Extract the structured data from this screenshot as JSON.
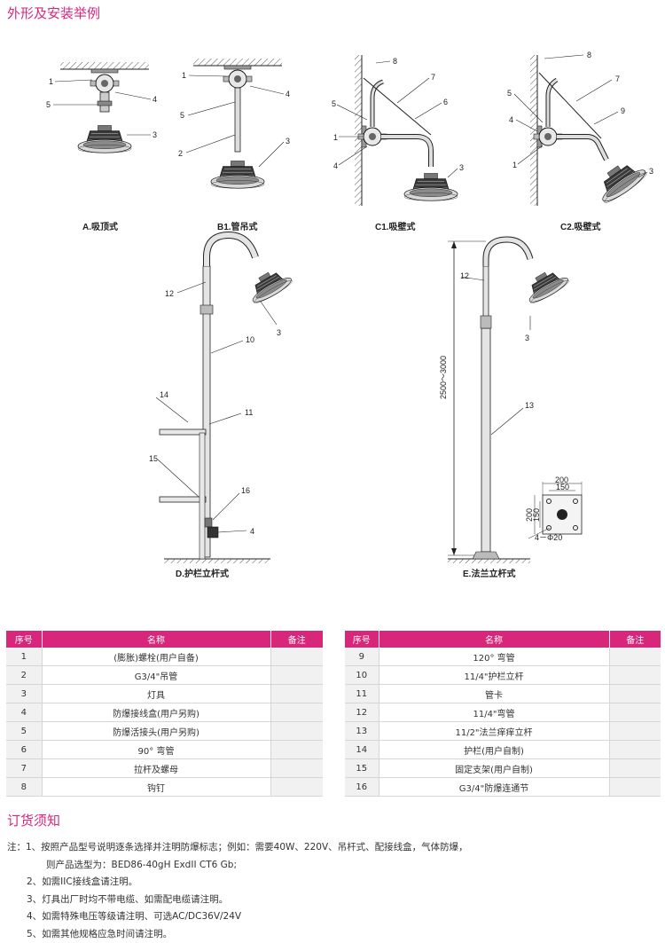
{
  "headings": {
    "section1": "外形及安装举例",
    "section2": "订货须知"
  },
  "figures": {
    "A": "A.吸顶式",
    "B1": "B1.管吊式",
    "C1": "C1.吸壁式",
    "C2": "C2.吸壁式",
    "D": "D.护栏立杆式",
    "E": "E.法兰立杆式"
  },
  "dimensions": {
    "height_range": "2500～3000",
    "flange_outer": "200",
    "flange_inner": "150",
    "flange_side_outer": "200",
    "flange_side_inner": "150",
    "holes": "4－Φ20"
  },
  "parts_table": {
    "headers": [
      "序号",
      "名称",
      "备注"
    ],
    "left_rows": [
      {
        "no": "1",
        "name": "(膨胀)螺栓(用户自备)"
      },
      {
        "no": "2",
        "name": "G3/4\"吊管"
      },
      {
        "no": "3",
        "name": "灯具"
      },
      {
        "no": "4",
        "name": "防爆接线盒(用户另购)"
      },
      {
        "no": "5",
        "name": "防爆活接头(用户另购)"
      },
      {
        "no": "6",
        "name": "90° 弯管"
      },
      {
        "no": "7",
        "name": "拉杆及螺母"
      },
      {
        "no": "8",
        "name": "钩钉"
      }
    ],
    "right_rows": [
      {
        "no": "9",
        "name": "120° 弯管"
      },
      {
        "no": "10",
        "name": "11/4\"护栏立杆"
      },
      {
        "no": "11",
        "name": "管卡"
      },
      {
        "no": "12",
        "name": "11/4\"弯管"
      },
      {
        "no": "13",
        "name": "11/2\"法兰痒痒立杆"
      },
      {
        "no": "14",
        "name": "护栏(用户自制)"
      },
      {
        "no": "15",
        "name": "固定支架(用户自制)"
      },
      {
        "no": "16",
        "name": "G3/4\"防爆连通节"
      }
    ]
  },
  "notes": {
    "n1a": "注：1、按照产品型号说明逐条选择并注明防爆标志；例如：需要40W、220V、吊杆式、配接线盒，气体防爆，",
    "n1b": "则产品选型为：BED86-40gH ExdII CT6  Gb;",
    "n2": "2、如需IIC接线盒请注明。",
    "n3": "3、灯具出厂时均不带电缆、如需配电缆请注明。",
    "n4": "4、如需特殊电压等级请注明、可选AC/DC36V/24V",
    "n5": "5、如需其他规格应急时间请注明。"
  }
}
